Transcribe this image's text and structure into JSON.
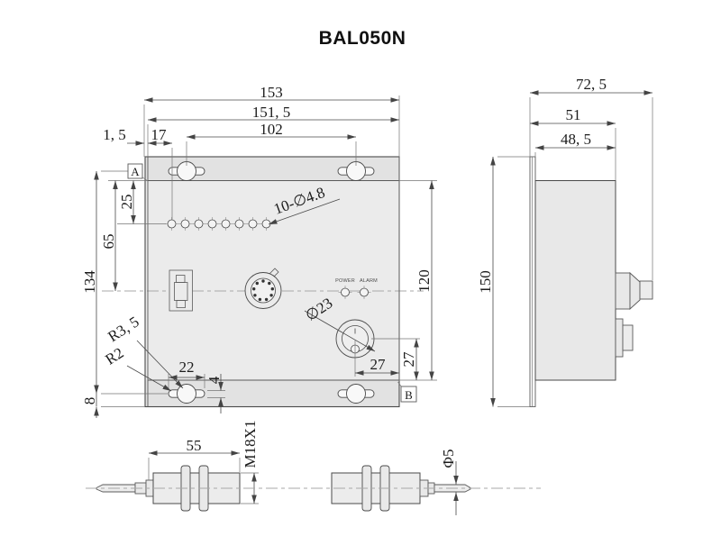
{
  "title": "BAL050N",
  "colors": {
    "line": "#4a4a4a",
    "panel_fill": "#ebebeb",
    "panel_band_fill": "#e2e2e2",
    "centerline": "#a8a8a8",
    "background": "#ffffff"
  },
  "front": {
    "dims": {
      "overall_width": "153",
      "inner_width": "151, 5",
      "slot_span_h": "102",
      "edge_to_holes": "17",
      "flange_lip": "1, 5",
      "top_to_holes": "25",
      "top_to_center": "65",
      "slot_span_v": "134",
      "slot_to_bottom": "8",
      "slot_center_radius": "R3, 5",
      "slot_end_radius": "R2",
      "slot_length": "22",
      "slot_height": "4",
      "hole_callout": "10-∅4.8",
      "knob_diameter": "∅23",
      "knob_from_edge": "27",
      "knob_from_bottom": "27",
      "body_height": "120"
    },
    "labels": {
      "datum_a": "A",
      "datum_b": "B",
      "led_power": "POWER",
      "led_alarm": "ALARM"
    }
  },
  "side": {
    "dims": {
      "overall_depth": "72, 5",
      "depth_with_flange": "51",
      "body_depth": "48, 5",
      "height": "150"
    }
  },
  "sensors": {
    "left": {
      "body_length": "55",
      "thread": "M18X1"
    },
    "right": {
      "cable_diameter": "Φ5"
    }
  }
}
